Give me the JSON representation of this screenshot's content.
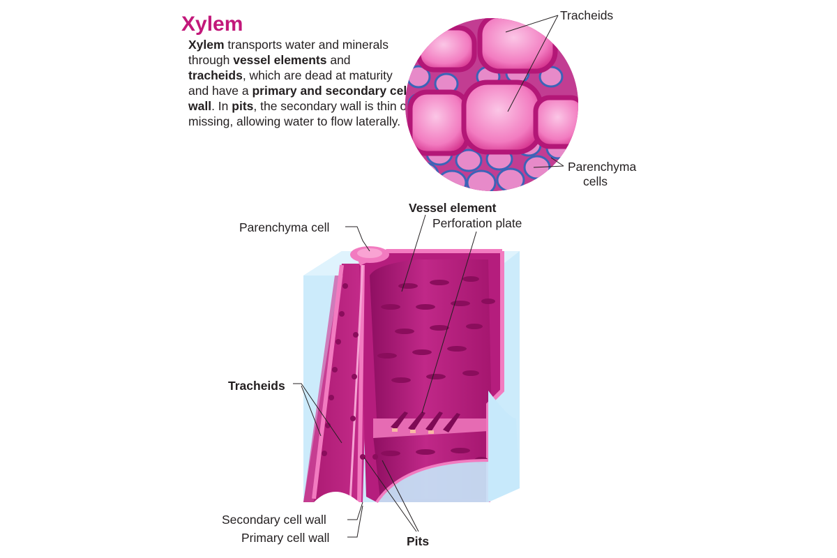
{
  "title": "Xylem",
  "description": [
    {
      "text": "Xylem",
      "bold": true
    },
    {
      "text": " transports water and minerals through ",
      "bold": false
    },
    {
      "text": "vessel elements",
      "bold": true
    },
    {
      "text": " and ",
      "bold": false
    },
    {
      "text": "tracheids",
      "bold": true
    },
    {
      "text": ", which are dead at maturity and have a ",
      "bold": false
    },
    {
      "text": "primary and secondary cell wall",
      "bold": true
    },
    {
      "text": ". In ",
      "bold": false
    },
    {
      "text": "pits",
      "bold": true
    },
    {
      "text": ", the secondary wall is thin or missing, allowing water to flow laterally.",
      "bold": false
    }
  ],
  "micrograph_labels": {
    "tracheids": "Tracheids",
    "parenchyma_line1": "Parenchyma",
    "parenchyma_line2": "cells"
  },
  "diagram_labels": {
    "vessel_element": "Vessel element",
    "perforation_plate": "Perforation plate",
    "parenchyma_cell": "Parenchyma cell",
    "tracheids": "Tracheids",
    "secondary_cell_wall": "Secondary cell wall",
    "primary_cell_wall": "Primary cell wall",
    "pits": "Pits"
  },
  "colors": {
    "title": "#c2187a",
    "tissue_dark": "#a0156e",
    "tissue_mid": "#c42a8a",
    "wall_light": "#f27bc0",
    "cube_blue": "#c7e9fb",
    "stain_blue": "#3b64b8"
  }
}
